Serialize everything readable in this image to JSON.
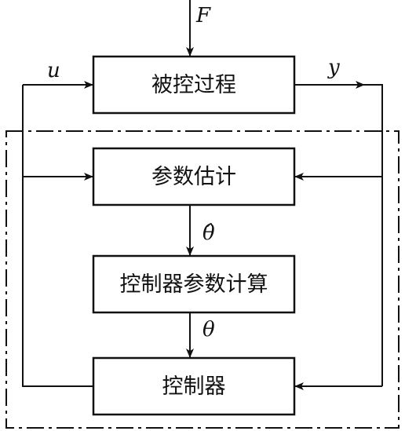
{
  "blocks": {
    "process": "被控过程",
    "estimator": "参数估计",
    "param_calc": "控制器参数计算",
    "controller": "控制器"
  },
  "signals": {
    "disturbance": "F",
    "control": "u",
    "output": "y",
    "estimate": "θ̂",
    "params": "θ"
  }
}
